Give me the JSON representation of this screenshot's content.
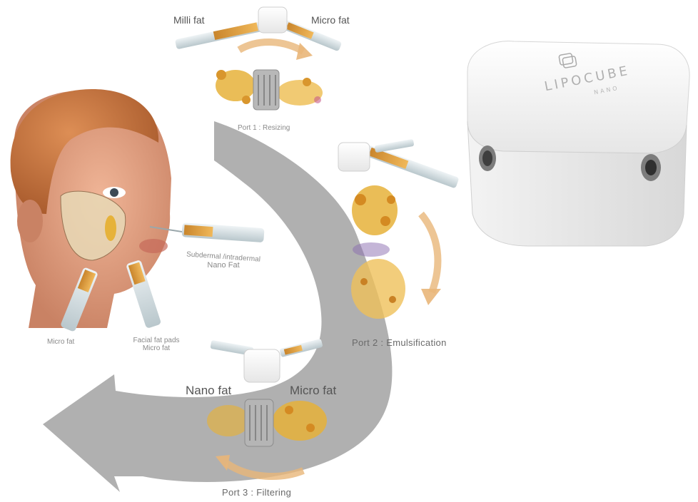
{
  "labels": {
    "milli_fat": "Milli fat",
    "micro_fat_top": "Micro fat",
    "port1": "Port 1 : Resizing",
    "port2": "Port 2 : Emulsification",
    "port3": "Port 3 : Filtering",
    "nano_fat": "Nano fat",
    "micro_fat_bottom": "Micro fat",
    "subdermal_line1": "Subdermal /intradermal",
    "subdermal_line2": "Nano Fat",
    "micro_fat_face": "Micro fat",
    "facial_pads_line1": "Facial fat pads",
    "facial_pads_line2": "Micro fat"
  },
  "device": {
    "brand": "LIPOCUBE",
    "model": "NANO"
  },
  "colors": {
    "arrow_gray": "#9a9a9a",
    "accent_orange": "#e2a35a",
    "fat_yellow": "#e6b23a",
    "skin": "#d99a7a",
    "hair": "#c9763f",
    "cube_white": "#f4f4f4"
  }
}
